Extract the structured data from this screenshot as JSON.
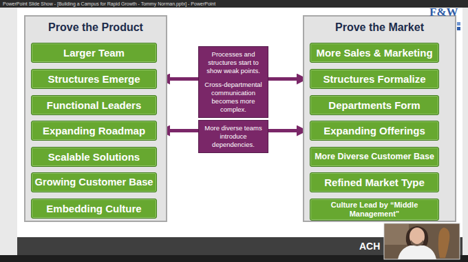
{
  "diagram": {
    "nodes": [
      {
        "text": [
          "Prove the Product"
        ]
      },
      {
        "text": [
          "Larger Team"
        ],
        "in": 0
      },
      {
        "text": [
          "Structures Emerge"
        ],
        "in": 0
      },
      {
        "text": [
          "Functional Leaders"
        ],
        "in": 0
      },
      {
        "text": [
          "Expanding Roadmap"
        ],
        "in": 0
      },
      {
        "text": [
          "Scalable Solutions"
        ],
        "in": 0
      },
      {
        "text": [
          "Growing Customer Base"
        ],
        "in": 0
      },
      {
        "text": [
          "Embedding Culture"
        ],
        "in": 0
      },
      {
        "text": [
          "Processes and structures start to show weak points.",
          "Cross-departmental communication becomes more complex."
        ]
      },
      {
        "text": [
          "More diverse teams introduce dependencies."
        ]
      },
      {
        "text": [
          "Prove the Market"
        ]
      },
      {
        "text": [
          "More Sales & Marketing"
        ],
        "in": 10
      },
      {
        "text": [
          "Structures Formalize"
        ],
        "in": 10
      },
      {
        "text": [
          "Departments Form"
        ],
        "in": 10
      },
      {
        "text": [
          "Expanding Offerings"
        ],
        "in": 10
      },
      {
        "text": [
          "More Diverse Customer Base"
        ],
        "in": 10
      },
      {
        "text": [
          "Refined Market Type"
        ],
        "in": 10
      },
      {
        "text": [
          "Culture Lead by “Middle Management”"
        ],
        "in": 10
      }
    ],
    "edges": [
      {
        "from": 2,
        "to": 12,
        "arrow": "both"
      },
      {
        "from": 4,
        "to": 14,
        "arrow": "both"
      }
    ],
    "labels": [
      "PowerPoint Slide Show - [Building a Campus for Rapid Growth - Tommy Norman.pptx] - PowerPoint",
      "F&W",
      "ACH"
    ]
  }
}
